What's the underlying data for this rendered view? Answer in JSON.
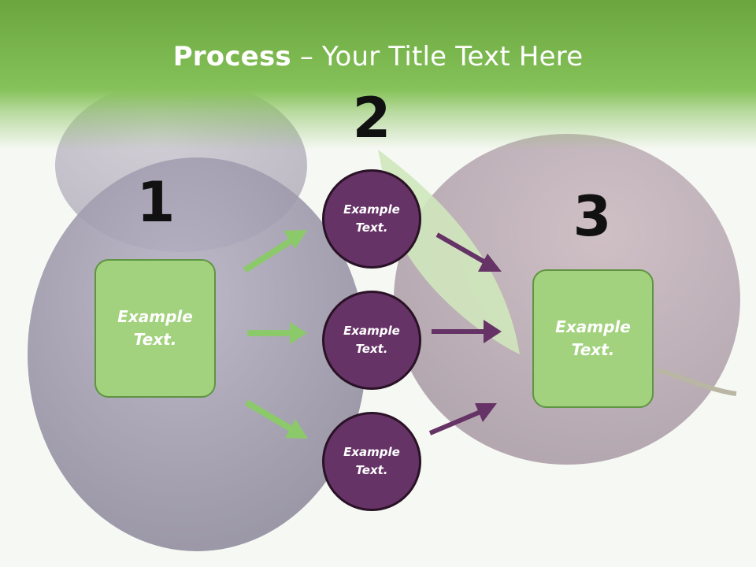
{
  "title": {
    "bold": "Process",
    "rest": " – Your Title Text Here"
  },
  "steps": {
    "one": {
      "number": "1",
      "text": "Example\nText."
    },
    "two": {
      "number": "2",
      "circles": [
        {
          "text": "Example\nText."
        },
        {
          "text": "Example\nText."
        },
        {
          "text": "Example\nText."
        }
      ]
    },
    "three": {
      "number": "3",
      "text": "Example\nText."
    }
  },
  "colors": {
    "header": "#86c25a",
    "box_fill": "#a2d27d",
    "box_border": "#5f9443",
    "circle_fill": "#663366",
    "green_arrow": "#8cc96a",
    "purple_arrow": "#663366"
  }
}
